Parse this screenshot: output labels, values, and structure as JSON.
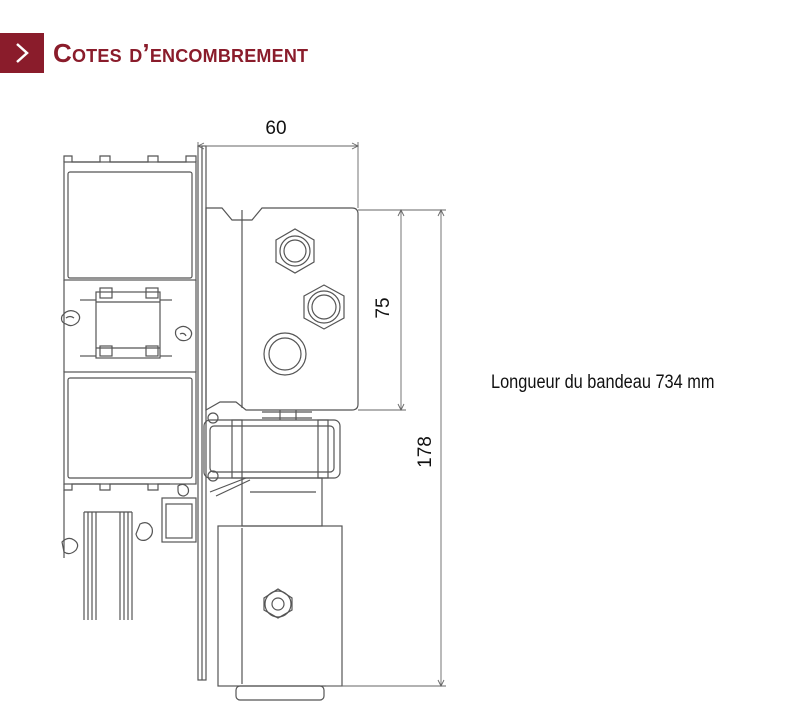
{
  "header": {
    "title": "Cotes d’encombrement",
    "accent_color": "#8a1c2b",
    "icon": "chevron-right-icon"
  },
  "drawing": {
    "dimensions": {
      "width": "60",
      "height_upper": "75",
      "height_total": "178"
    },
    "note": "Longueur du bandeau 734 mm"
  }
}
